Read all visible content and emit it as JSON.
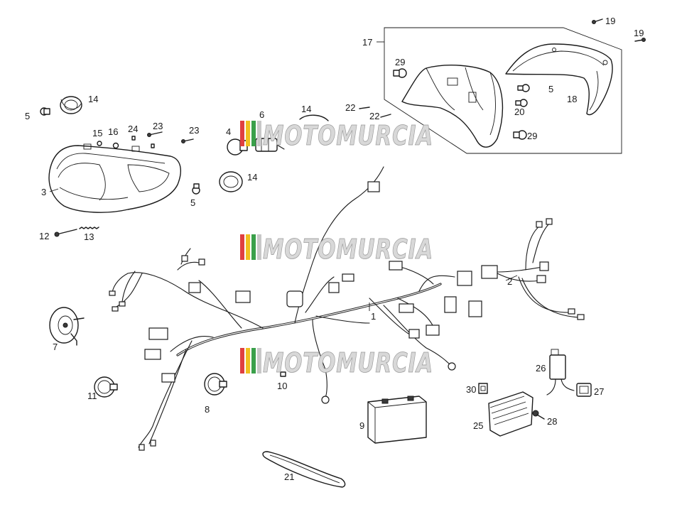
{
  "watermark": {
    "text": "MOTOMURCIA",
    "stripe_colors": [
      "#e04040",
      "#f0c020",
      "#3aa04a",
      "#c8c8c8"
    ]
  },
  "callouts": {
    "c1": "1",
    "c2": "2",
    "c3": "3",
    "c4": "4",
    "c5a": "5",
    "c5b": "5",
    "c5c": "5",
    "c6": "6",
    "c7": "7",
    "c8": "8",
    "c9": "9",
    "c10": "10",
    "c11": "11",
    "c12": "12",
    "c13": "13",
    "c14a": "14",
    "c14b": "14",
    "c14c": "14",
    "c15": "15",
    "c16": "16",
    "c17": "17",
    "c18": "18",
    "c19a": "19",
    "c19b": "19",
    "c20": "20",
    "c21": "21",
    "c22a": "22",
    "c22b": "22",
    "c23a": "23",
    "c23b": "23",
    "c24": "24",
    "c25": "25",
    "c26": "26",
    "c27": "27",
    "c28": "28",
    "c29a": "29",
    "c29b": "29",
    "c30": "30"
  }
}
